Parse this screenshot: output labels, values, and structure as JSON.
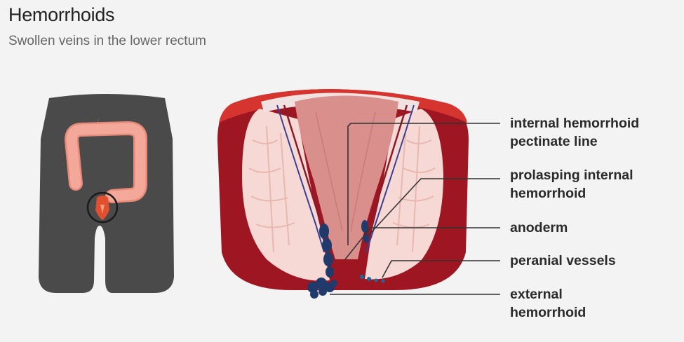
{
  "header": {
    "title": "Hemorrhoids",
    "subtitle": "Swollen veins in the lower rectum"
  },
  "labels": [
    {
      "id": "internal-hemorrhoid",
      "line1": "internal hemorrhoid",
      "line2": "pectinate line"
    },
    {
      "id": "prolapsing-internal-hemorrhoid",
      "line1": "prolasping internal",
      "line2": "hemorrhoid"
    },
    {
      "id": "anoderm",
      "line1": "anoderm",
      "line2": ""
    },
    {
      "id": "peranial-vessels",
      "line1": "peranial vessels",
      "line2": ""
    },
    {
      "id": "external-hemorrhoid",
      "line1": "external",
      "line2": "hemorrhoid"
    }
  ],
  "colors": {
    "body": "#4a4a4a",
    "colon": "#f4a89a",
    "colon_outline": "#e88a78",
    "outer_tissue": "#9e1622",
    "outer_tissue_top": "#d6352f",
    "pink_tissue": "#f6d8d4",
    "canal": "#d98f8c",
    "hemorrhoid": "#1f3a6b",
    "leader_line": "#333333"
  }
}
